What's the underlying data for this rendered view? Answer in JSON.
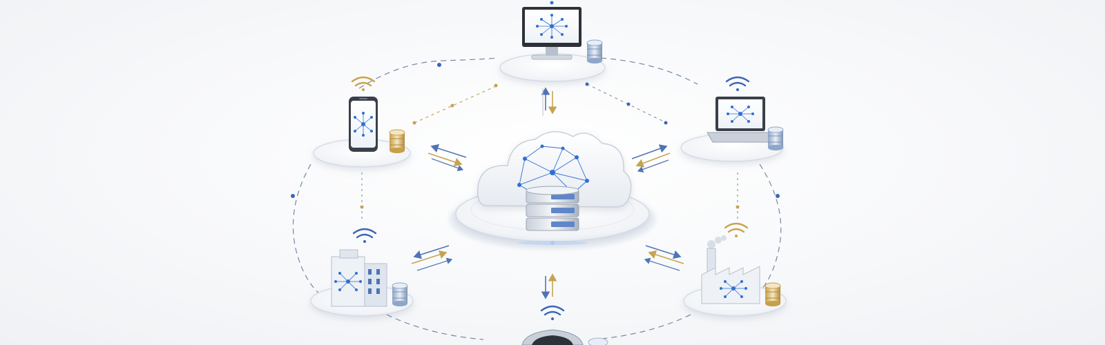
{
  "colors": {
    "background": "#f4f5f7",
    "accent_blue": "#2f6fd0",
    "network_blue": "#2a5fb8",
    "gold": "#c9a44a",
    "line_gray": "#9aa3b0",
    "platform": "#ffffff"
  },
  "nodes": [
    {
      "id": "cloud-server",
      "icon": "cloud-server-icon"
    },
    {
      "id": "desktop",
      "icon": "desktop-monitor-icon",
      "storage": "database-icon",
      "storage_color": "blue"
    },
    {
      "id": "smartphone",
      "icon": "smartphone-icon",
      "storage": "database-icon",
      "storage_color": "gold",
      "wifi": "gold"
    },
    {
      "id": "laptop",
      "icon": "laptop-icon",
      "storage": "database-icon",
      "storage_color": "blue",
      "wifi": "blue"
    },
    {
      "id": "office-building",
      "icon": "office-building-icon",
      "storage": "database-icon",
      "storage_color": "blue",
      "wifi": "blue"
    },
    {
      "id": "factory",
      "icon": "factory-icon",
      "storage": "database-icon",
      "storage_color": "gold",
      "wifi": "gold"
    },
    {
      "id": "bottom-device",
      "icon": "device-icon",
      "wifi": "blue"
    }
  ],
  "links": [
    {
      "from": "cloud-server",
      "to": "desktop",
      "arrows": "bidirectional"
    },
    {
      "from": "cloud-server",
      "to": "smartphone",
      "arrows": "bidirectional"
    },
    {
      "from": "cloud-server",
      "to": "laptop",
      "arrows": "bidirectional"
    },
    {
      "from": "cloud-server",
      "to": "office-building",
      "arrows": "bidirectional"
    },
    {
      "from": "cloud-server",
      "to": "factory",
      "arrows": "bidirectional"
    },
    {
      "from": "cloud-server",
      "to": "bottom-device",
      "arrows": "bidirectional"
    }
  ]
}
